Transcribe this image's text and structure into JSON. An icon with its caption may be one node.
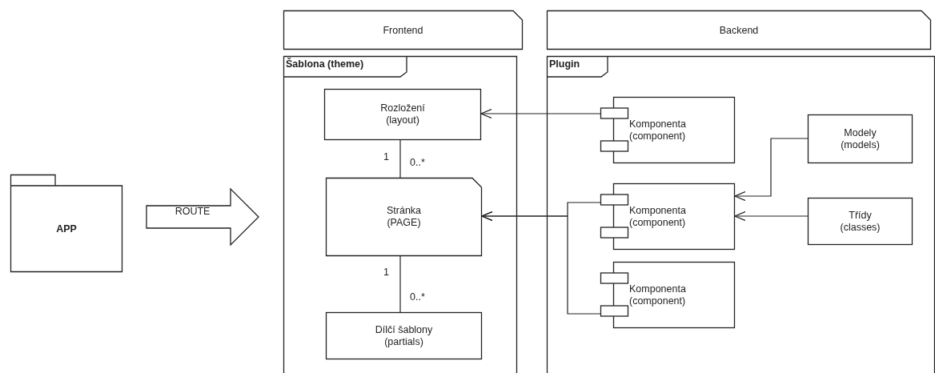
{
  "diagram": {
    "nodes": [
      {
        "text": [
          "APP"
        ]
      },
      {
        "text": [
          "Frontend"
        ]
      },
      {
        "text": [
          "Backend"
        ]
      },
      {
        "text": [
          "Šablona (theme)"
        ]
      },
      {
        "text": [
          "Rozložení (layout)"
        ],
        "in": 3
      },
      {
        "text": [
          "Stránka (PAGE)"
        ],
        "in": 3
      },
      {
        "text": [
          "Dílčí šablony (partials)"
        ],
        "in": 3
      },
      {
        "text": [
          "Plugin"
        ]
      },
      {
        "text": [
          "Komponenta (component)"
        ],
        "in": 7
      },
      {
        "text": [
          "Modely (models)"
        ],
        "in": 7
      },
      {
        "text": [
          "Komponenta (component)"
        ],
        "in": 7
      },
      {
        "text": [
          "Třídy (classes)"
        ],
        "in": 7
      },
      {
        "text": [
          "Komponenta (component)"
        ],
        "in": 7
      }
    ],
    "edges": [
      {
        "from": 0,
        "to": 3,
        "arrow": "to",
        "label": "ROUTE",
        "style": "thick"
      },
      {
        "from": 8,
        "to": 4,
        "arrow": "to"
      },
      {
        "from": 10,
        "to": 5,
        "arrow": "to"
      },
      {
        "from": 12,
        "to": 5,
        "arrow": "to"
      },
      {
        "from": 9,
        "to": 10,
        "arrow": "to"
      },
      {
        "from": 11,
        "to": 10,
        "arrow": "to"
      },
      {
        "from": 4,
        "to": 5,
        "arrow": "none"
      },
      {
        "from": 5,
        "to": 6,
        "arrow": "none"
      }
    ],
    "labels": [
      "1",
      "0..*",
      "1",
      "0..*"
    ]
  }
}
